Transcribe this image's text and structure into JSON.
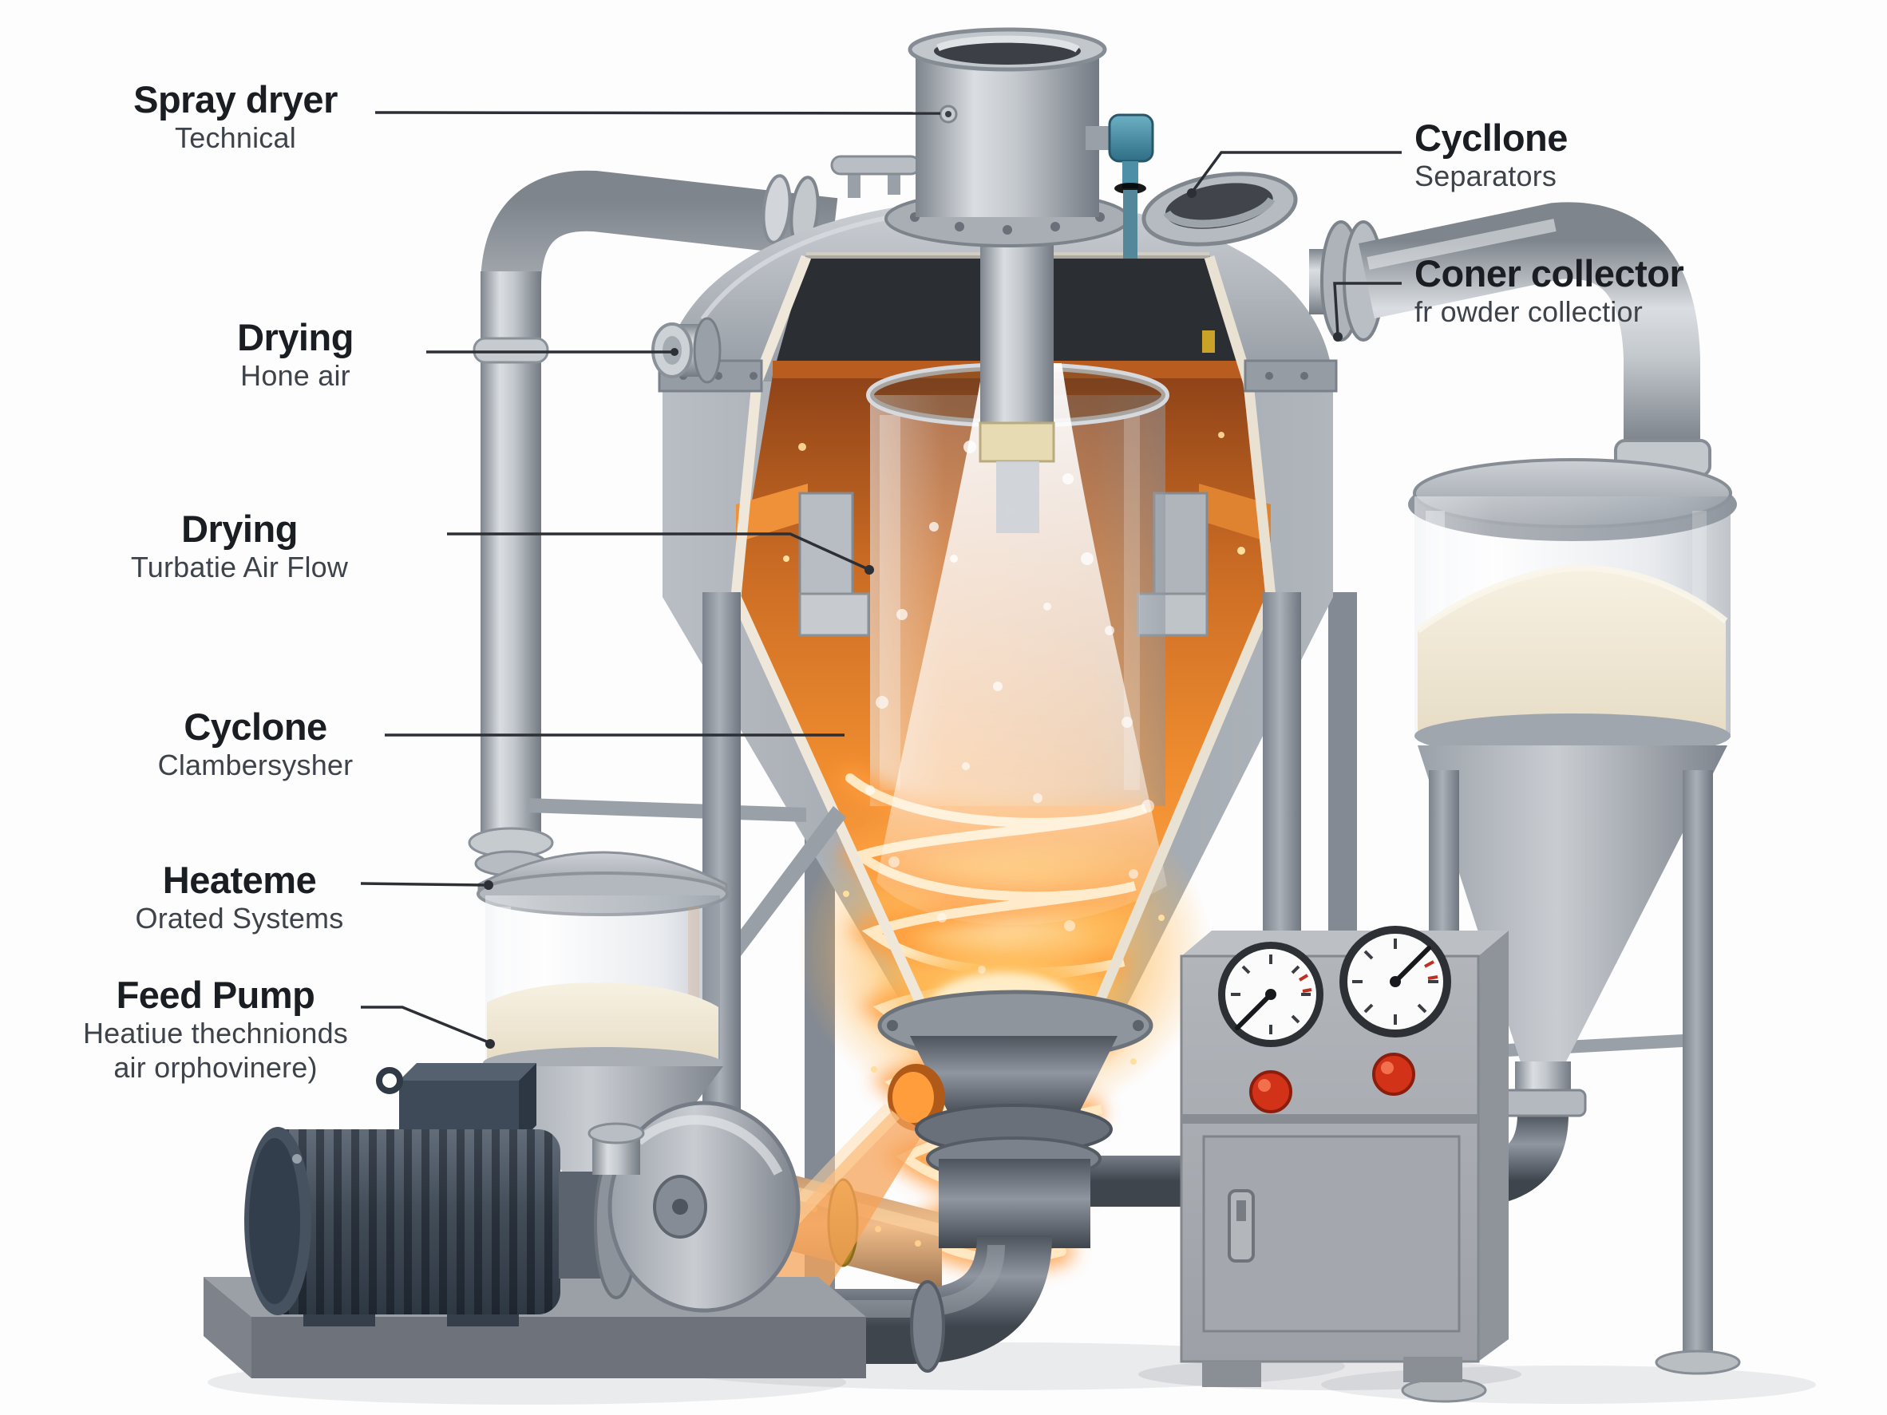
{
  "labels": {
    "spray_dryer": {
      "title": "Spray dryer",
      "subtitle": "Technical"
    },
    "drying_air": {
      "title": "Drying",
      "subtitle": "Hone air"
    },
    "drying_flow": {
      "title": "Drying",
      "subtitle": "Turbatie Air Flow"
    },
    "cyclone": {
      "title": "Cyclone",
      "subtitle": "Clambersysher"
    },
    "heater": {
      "title": "Heateme",
      "subtitle": "Orated Systems"
    },
    "feed_pump": {
      "title": "Feed Pump",
      "subtitle": "Heatiue thechnionds",
      "subtitle2": "air orphovinere)"
    },
    "cyclone_sep": {
      "title": "Cycllone",
      "subtitle": "Separators"
    },
    "powder_collector": {
      "title": "Coner collector",
      "subtitle": "fr owder collectior"
    }
  },
  "colors": {
    "accent_orange": "#f08c2e",
    "hot_glow": "#ffd9a0",
    "steel": "#a8aeb5",
    "indicator_red": "#d23318",
    "valve_blue": "#4d8fa6",
    "label_title": "#1a1d22",
    "label_subtitle": "#3e434a",
    "leader_line": "#2c2f35"
  }
}
